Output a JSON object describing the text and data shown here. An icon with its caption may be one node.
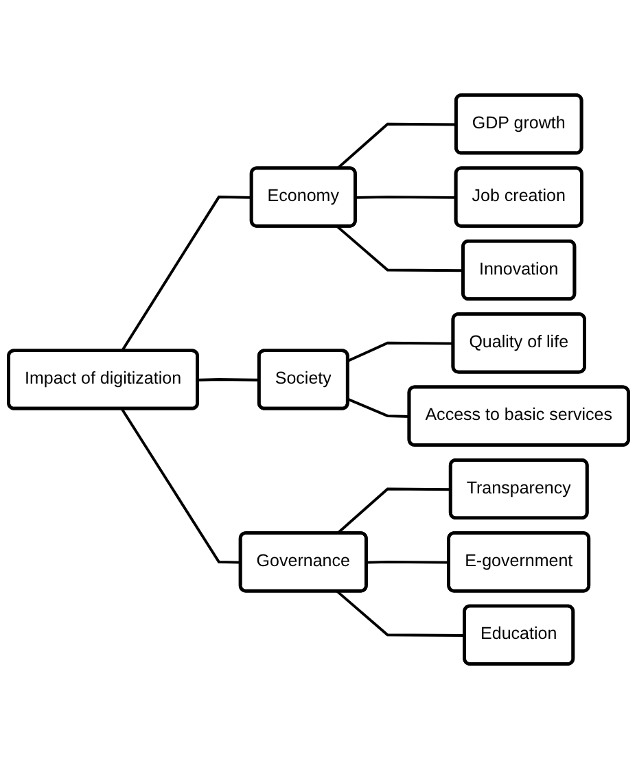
{
  "diagram": {
    "nodes": [
      {
        "text": [
          "Impact of digitization"
        ]
      },
      {
        "text": [
          "Economy"
        ]
      },
      {
        "text": [
          "Society"
        ]
      },
      {
        "text": [
          "Governance"
        ]
      },
      {
        "text": [
          "GDP growth"
        ]
      },
      {
        "text": [
          "Job creation"
        ]
      },
      {
        "text": [
          "Innovation"
        ]
      },
      {
        "text": [
          "Quality of life"
        ]
      },
      {
        "text": [
          "Access to basic services"
        ]
      },
      {
        "text": [
          "Transparency"
        ]
      },
      {
        "text": [
          "E-government"
        ]
      },
      {
        "text": [
          "Education"
        ]
      }
    ],
    "edges": [
      {
        "from": 0,
        "to": 1,
        "arrow": "none"
      },
      {
        "from": 0,
        "to": 2,
        "arrow": "none"
      },
      {
        "from": 0,
        "to": 3,
        "arrow": "none"
      },
      {
        "from": 1,
        "to": 4,
        "arrow": "none"
      },
      {
        "from": 1,
        "to": 5,
        "arrow": "none"
      },
      {
        "from": 1,
        "to": 6,
        "arrow": "none"
      },
      {
        "from": 2,
        "to": 7,
        "arrow": "none"
      },
      {
        "from": 2,
        "to": 8,
        "arrow": "none"
      },
      {
        "from": 3,
        "to": 9,
        "arrow": "none"
      },
      {
        "from": 3,
        "to": 10,
        "arrow": "none"
      },
      {
        "from": 3,
        "to": 11,
        "arrow": "none"
      }
    ]
  }
}
